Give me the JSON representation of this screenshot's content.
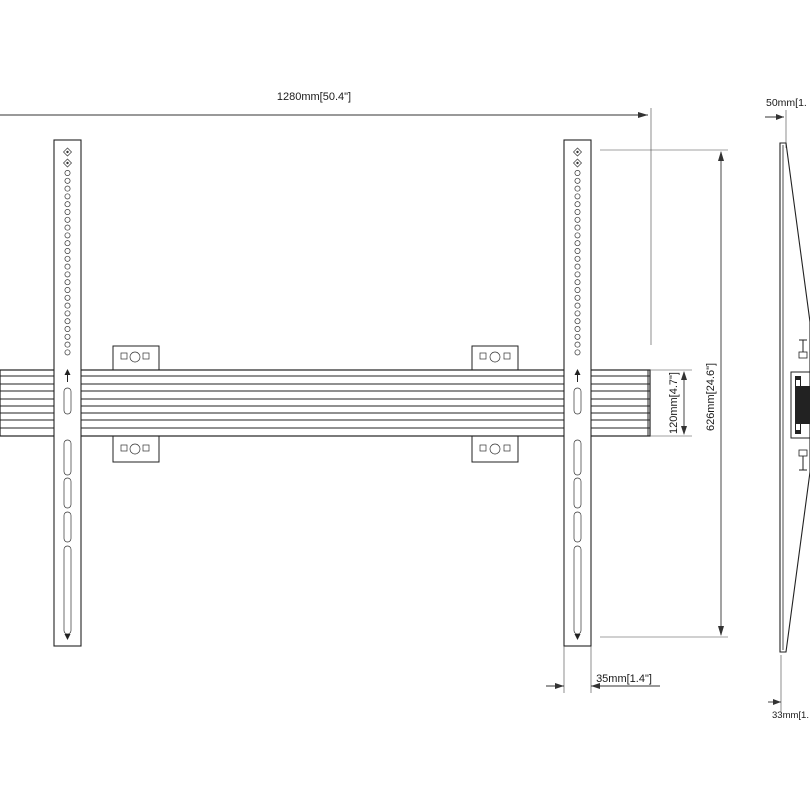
{
  "drawing": {
    "dimensions": {
      "overall_width": "1280mm[50.4\"]",
      "depth_top": "50mm[1.",
      "rail_height": "120mm[4.7\"]",
      "vertical_span": "626mm[24.6\"]",
      "bar_width": "35mm[1.4\"]",
      "depth_bottom": "33mm[1."
    },
    "colors": {
      "line": "#222222",
      "background": "#ffffff"
    }
  }
}
